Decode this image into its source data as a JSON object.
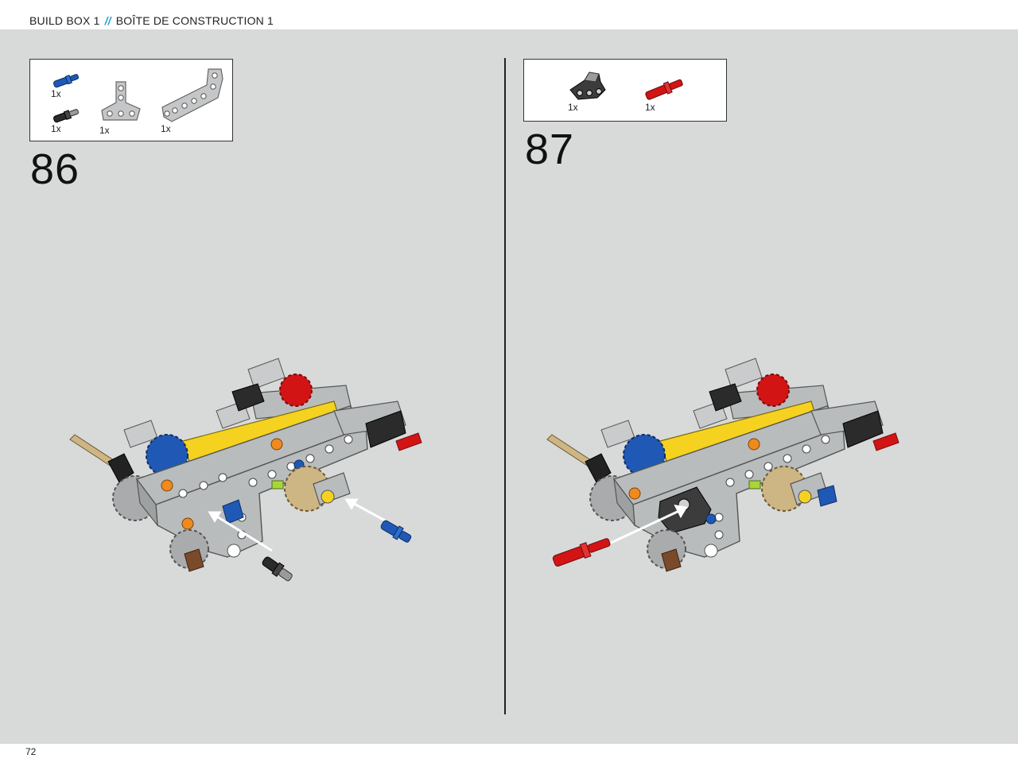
{
  "header": {
    "build_box": "BUILD BOX 1",
    "separator": "//",
    "build_box_fr": "BOÎTE DE CONSTRUCTION 1"
  },
  "footer": {
    "page_number": "72"
  },
  "steps": [
    {
      "number": "86",
      "parts": [
        {
          "icon": "blue-axle-pin-icon",
          "qty": "1x"
        },
        {
          "icon": "black-axle-pin-icon",
          "qty": "1x"
        },
        {
          "icon": "t-beam-icon",
          "qty": "1x"
        },
        {
          "icon": "l-beam-icon",
          "qty": "1x"
        }
      ]
    },
    {
      "number": "87",
      "parts": [
        {
          "icon": "dark-gray-connector-icon",
          "qty": "1x"
        },
        {
          "icon": "red-axle-icon",
          "qty": "1x"
        }
      ]
    }
  ],
  "colors": {
    "accent": "#2a9fd8",
    "background": "#d8d9d9",
    "beam": "#b9bcbd",
    "yellow": "#f5d21f",
    "blue": "#1f59b5",
    "red": "#d21414",
    "tan": "#cdb684"
  }
}
